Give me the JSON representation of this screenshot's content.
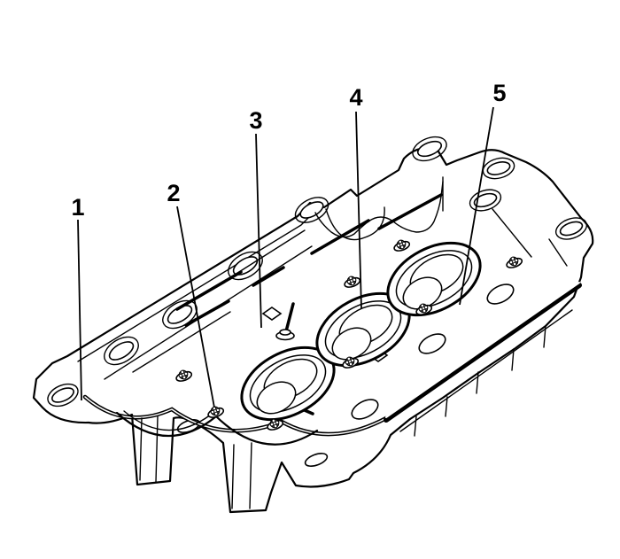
{
  "figure": {
    "description": "Isometric black-and-white line drawing of an engine camshaft cover viewed from the sealing side, showing gasket channels, three spark plug tube seals and mounting bolts",
    "background_color": "#ffffff",
    "line_color": "#000000"
  },
  "callouts": [
    {
      "number": "1"
    },
    {
      "number": "2"
    },
    {
      "number": "3"
    },
    {
      "number": "4"
    },
    {
      "number": "5"
    }
  ]
}
